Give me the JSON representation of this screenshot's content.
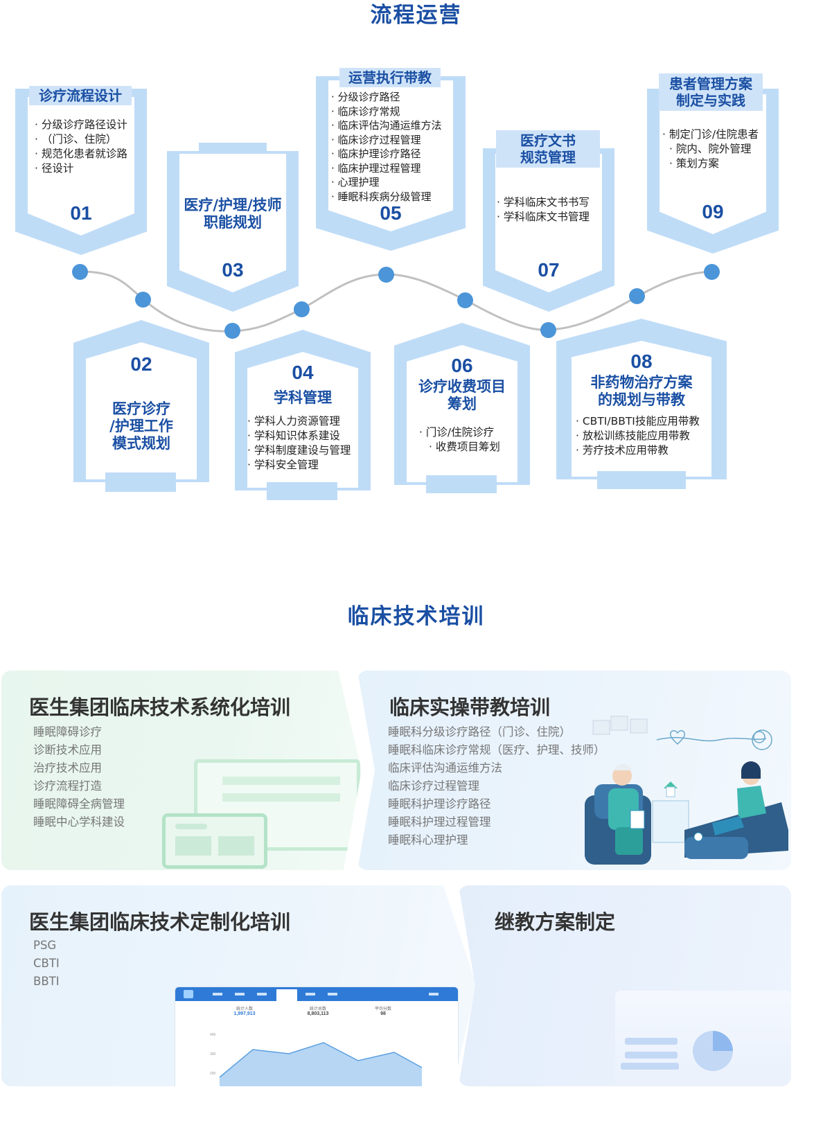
{
  "flow": {
    "title": "流程运营",
    "steps": [
      {
        "num": "01",
        "title": "诊疗流程设计",
        "items": [
          "分级诊疗路径设计",
          "（门诊、住院）",
          "规范化患者就诊路",
          "径设计"
        ]
      },
      {
        "num": "02",
        "title_lines": [
          "医疗诊疗",
          "/护理工作",
          "模式规划"
        ]
      },
      {
        "num": "03",
        "title_lines": [
          "医疗/护理/技师",
          "职能规划"
        ]
      },
      {
        "num": "04",
        "title": "学科管理",
        "items": [
          "学科人力资源管理",
          "学科知识体系建设",
          "学科制度建设与管理",
          "学科安全管理"
        ]
      },
      {
        "num": "05",
        "title": "运营执行带教",
        "items": [
          "分级诊疗路径",
          "临床诊疗常规",
          "临床评估沟通运维方法",
          "临床诊疗过程管理",
          "临床护理诊疗路径",
          "临床护理过程管理",
          "心理护理",
          "睡眠科疾病分级管理"
        ]
      },
      {
        "num": "06",
        "title_lines": [
          "诊疗收费项目",
          "筹划"
        ],
        "items": [
          "门诊/住院诊疗",
          "收费项目筹划"
        ]
      },
      {
        "num": "07",
        "title_lines": [
          "医疗文书",
          "规范管理"
        ],
        "items": [
          "学科临床文书书写",
          "学科临床文书管理"
        ]
      },
      {
        "num": "08",
        "title_lines": [
          "非药物治疗方案",
          "的规划与带教"
        ],
        "items": [
          "CBTI/BBTI技能应用带教",
          "放松训练技能应用带教",
          "芳疗技术应用带教"
        ]
      },
      {
        "num": "09",
        "title_lines": [
          "患者管理方案",
          "制定与实践"
        ],
        "items": [
          "制定门诊/住院患者",
          "院内、院外管理",
          "策划方案"
        ]
      }
    ]
  },
  "training": {
    "title": "临床技术培训",
    "panels": [
      {
        "title": "医生集团临床技术系统化培训",
        "items": [
          "睡眠障碍诊疗",
          "诊断技术应用",
          "治疗技术应用",
          "诊疗流程打造",
          "睡眠障碍全病管理",
          "睡眠中心学科建设"
        ]
      },
      {
        "title": "临床实操带教培训",
        "items": [
          "睡眠科分级诊疗路径（门诊、住院）",
          "睡眠科临床诊疗常规（医疗、护理、技师）",
          "临床评估沟通运维方法",
          "临床诊疗过程管理",
          "睡眠科护理诊疗路径",
          "睡眠科护理过程管理",
          "睡眠科心理护理"
        ]
      },
      {
        "title": "医生集团临床技术定制化培训",
        "items": [
          "PSG",
          "CBTI",
          "BBTI"
        ]
      },
      {
        "title": "继教方案制定",
        "items": []
      }
    ],
    "dashboard": {
      "stats": [
        {
          "label": "统计人数",
          "value": "1,997,913"
        },
        {
          "label": "统计总数",
          "value": "8,803,113"
        },
        {
          "label": "平均分数",
          "value": "98"
        }
      ],
      "y_ticks": [
        "400",
        "300",
        "200"
      ]
    }
  },
  "colors": {
    "brand_blue": "#1a4fa3",
    "node_blue": "#4b95d8",
    "card_blue": "#bfdcf7",
    "curve": "#c0c0c0"
  }
}
